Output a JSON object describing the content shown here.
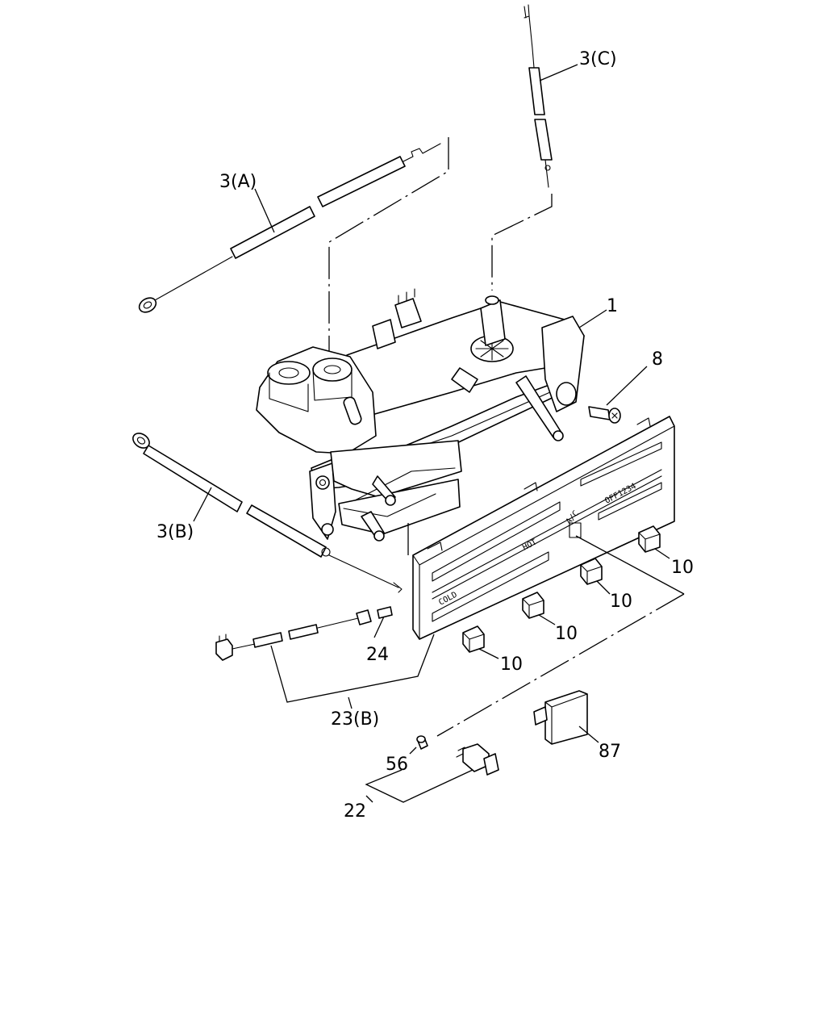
{
  "callouts": {
    "p3c": "3(C)",
    "p3a": "3(A)",
    "p1": "1",
    "p8": "8",
    "p3b": "3(B)",
    "p10a": "10",
    "p10b": "10",
    "p10c": "10",
    "p10d": "10",
    "p24": "24",
    "p23b": "23(B)",
    "p87": "87",
    "p56": "56",
    "p22": "22"
  },
  "panel_text": {
    "cold": "COLD",
    "hot": "HOT",
    "ac": "A/C",
    "fan": "OFF1234"
  }
}
